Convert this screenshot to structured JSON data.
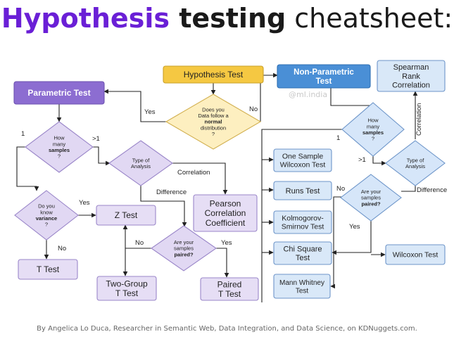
{
  "title": {
    "part1": "Hypothesis",
    "part2": " testing",
    "part3": " cheatsheet:"
  },
  "watermark": "@ml.india",
  "footer": "By Angelica Lo Duca, Researcher in Semantic Web, Data Integration, and Data Science, on KDNuggets.com.",
  "colors": {
    "title_accent": "#6a1fd6",
    "hypothesis_box": "#f5c842",
    "parametric_box": "#8c6dd1",
    "nonparametric_box": "#4a8fd6",
    "diamond_purple": "#e1d8f3",
    "diamond_yellow": "#fdefc0",
    "diamond_blue": "#d6e6f9",
    "result_purple": "#e6def5",
    "result_blue": "#d9e8f8"
  },
  "nodes": {
    "hypothesis_test": [
      "Hypothesis Test"
    ],
    "parametric_test": [
      "Parametric Test"
    ],
    "non_parametric_test": [
      "Non-Parametric",
      "Test"
    ],
    "normal_dist": [
      "Does you",
      "Data follow a",
      "normal",
      "distribution",
      "?"
    ],
    "p_samples": [
      "How",
      "many",
      "samples",
      "?"
    ],
    "p_type": [
      "Type of",
      "Analysis"
    ],
    "p_variance": [
      "Do you",
      "know",
      "variance",
      "?"
    ],
    "p_paired": [
      "Are your",
      "samples",
      "paired?"
    ],
    "z_test": [
      "Z Test"
    ],
    "t_test": [
      "T Test"
    ],
    "two_group": [
      "Two-Group",
      "T Test"
    ],
    "paired_t": [
      "Paired",
      "T Test"
    ],
    "pearson": [
      "Pearson",
      "Correlation",
      "Coefficient"
    ],
    "spearman": [
      "Spearman",
      "Rank",
      "Correlation"
    ],
    "np_samples": [
      "How",
      "many",
      "samples",
      "?"
    ],
    "np_type": [
      "Type of",
      "Analysis"
    ],
    "np_paired": [
      "Are your",
      "samples",
      "paired?"
    ],
    "one_sample_wilcoxon": [
      "One Sample",
      "Wilcoxon Test"
    ],
    "runs_test": [
      "Runs Test"
    ],
    "kolmogorov": [
      "Kolmogorov-",
      "Smirnov Test"
    ],
    "chi_square": [
      "Chi Square",
      "Test"
    ],
    "mann_whitney": [
      "Mann Whitney",
      "Test"
    ],
    "wilcoxon_test": [
      "Wilcoxon Test"
    ]
  },
  "edge_labels": {
    "yes_normal": "Yes",
    "no_normal": "No",
    "p_one": "1",
    "p_gt1": ">1",
    "p_correlation": "Correlation",
    "p_difference": "Difference",
    "var_yes": "Yes",
    "var_no": "No",
    "pair_no": "No",
    "pair_yes": "Yes",
    "np_one": "1",
    "np_gt1": ">1",
    "np_correlation": "Correlation",
    "np_difference": "Difference",
    "np_pair_no": "No",
    "np_pair_yes": "Yes"
  }
}
